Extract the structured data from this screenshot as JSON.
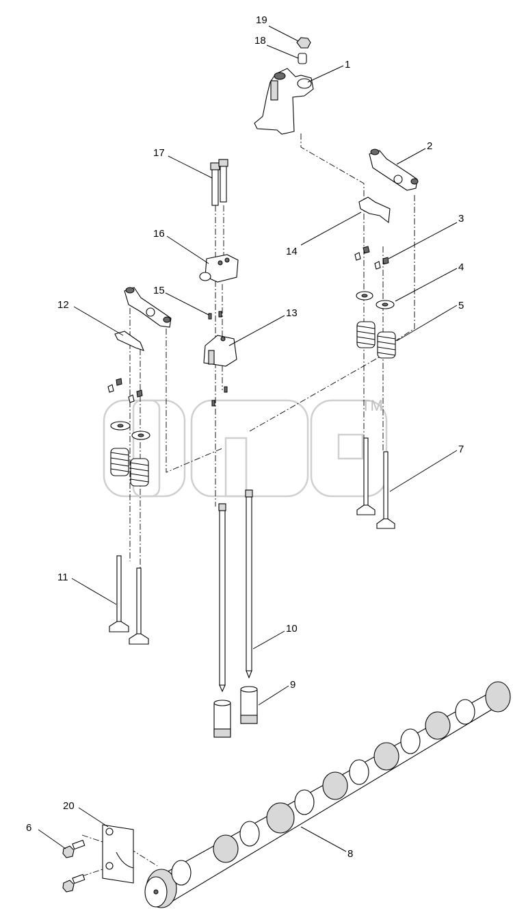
{
  "watermark": {
    "mark": "TM"
  },
  "callouts": [
    {
      "id": "c19",
      "number": "19"
    },
    {
      "id": "c18",
      "number": "18"
    },
    {
      "id": "c1",
      "number": "1"
    },
    {
      "id": "c2",
      "number": "2"
    },
    {
      "id": "c17",
      "number": "17"
    },
    {
      "id": "c16",
      "number": "16"
    },
    {
      "id": "c3",
      "number": "3"
    },
    {
      "id": "c14",
      "number": "14"
    },
    {
      "id": "c4",
      "number": "4"
    },
    {
      "id": "c15",
      "number": "15"
    },
    {
      "id": "c5",
      "number": "5"
    },
    {
      "id": "c12",
      "number": "12"
    },
    {
      "id": "c13",
      "number": "13"
    },
    {
      "id": "c7",
      "number": "7"
    },
    {
      "id": "c11",
      "number": "11"
    },
    {
      "id": "c10",
      "number": "10"
    },
    {
      "id": "c9",
      "number": "9"
    },
    {
      "id": "c20",
      "number": "20"
    },
    {
      "id": "c6",
      "number": "6"
    },
    {
      "id": "c8",
      "number": "8"
    }
  ]
}
